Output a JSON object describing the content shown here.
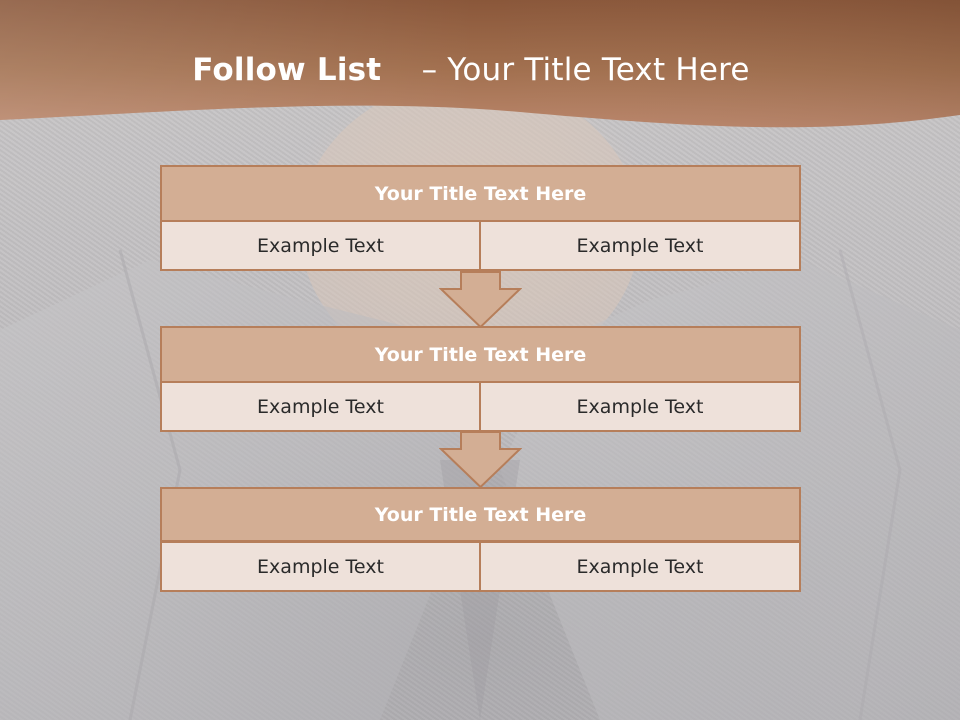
{
  "slide": {
    "title_bold": "Follow List",
    "title_rest": "– Your Title Text Here",
    "colors": {
      "header_band": "#a06a45",
      "box_header": "#d3ae94",
      "box_cell": "#eee1da",
      "border": "#b67e5a"
    }
  },
  "flow": {
    "steps": [
      {
        "title": "Your Title Text Here",
        "left": "Example Text",
        "right": "Example Text"
      },
      {
        "title": "Your Title Text Here",
        "left": "Example Text",
        "right": "Example Text"
      },
      {
        "title": "Your Title Text Here",
        "left": "Example Text",
        "right": "Example Text"
      }
    ],
    "arrow_icon": "down-arrow-icon"
  }
}
